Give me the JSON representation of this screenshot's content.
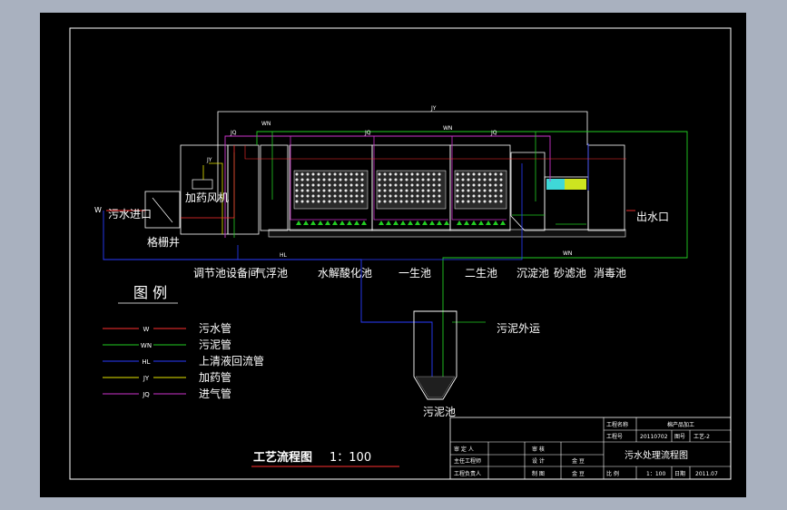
{
  "colors": {
    "background": "#a9b1bf",
    "canvas": "#000000",
    "frame": "#ffffff",
    "sewage_pipe": "#ff3030",
    "sludge_pipe": "#22cc22",
    "return_pipe": "#2a3cff",
    "dosing_pipe": "#e6e600",
    "air_pipe": "#cc33cc",
    "water_fill": "#3fd8d8"
  },
  "labels": {
    "inlet": "污水进口",
    "screen_well": "格栅井",
    "dosing_blower": "加药风机",
    "outlet": "出水口",
    "sludge_out": "污泥外运",
    "sludge_tank": "污泥池"
  },
  "pipe_tags": {
    "w": "W",
    "jy": "JY",
    "wn": "WN",
    "jq": "JQ",
    "hl": "HL"
  },
  "units": [
    "调节池",
    "设备间",
    "气浮池",
    "水解酸化池",
    "一生池",
    "二生池",
    "沉淀池",
    "砂滤池",
    "消毒池"
  ],
  "legend": {
    "title": "图 例",
    "items": [
      {
        "code": "W",
        "label": "污水管",
        "color": "#ff3030"
      },
      {
        "code": "WN",
        "label": "污泥管",
        "color": "#22cc22"
      },
      {
        "code": "HL",
        "label": "上清液回流管",
        "color": "#2a3cff"
      },
      {
        "code": "JY",
        "label": "加药管",
        "color": "#e6e600"
      },
      {
        "code": "JQ",
        "label": "进气管",
        "color": "#cc33cc"
      }
    ]
  },
  "drawing_title": "工艺流程图",
  "drawing_scale": "1：100",
  "title_block": {
    "project_label": "工程名称",
    "project_value": "棉产品加工",
    "number_label": "工程号",
    "number_value": "20110702",
    "sheet_label": "图号",
    "sheet_value": "工艺-2",
    "drawing_name": "污水处理流程图",
    "scale_label": "比  例",
    "scale_value": "1：100",
    "date_label": "日期",
    "date_value": "2011.07",
    "left_rows": [
      [
        "审 定 人",
        "审 核",
        ""
      ],
      [
        "主任工程师",
        "设 计",
        "金 豆"
      ],
      [
        "工程负责人",
        "制 图",
        "金 豆"
      ]
    ]
  }
}
